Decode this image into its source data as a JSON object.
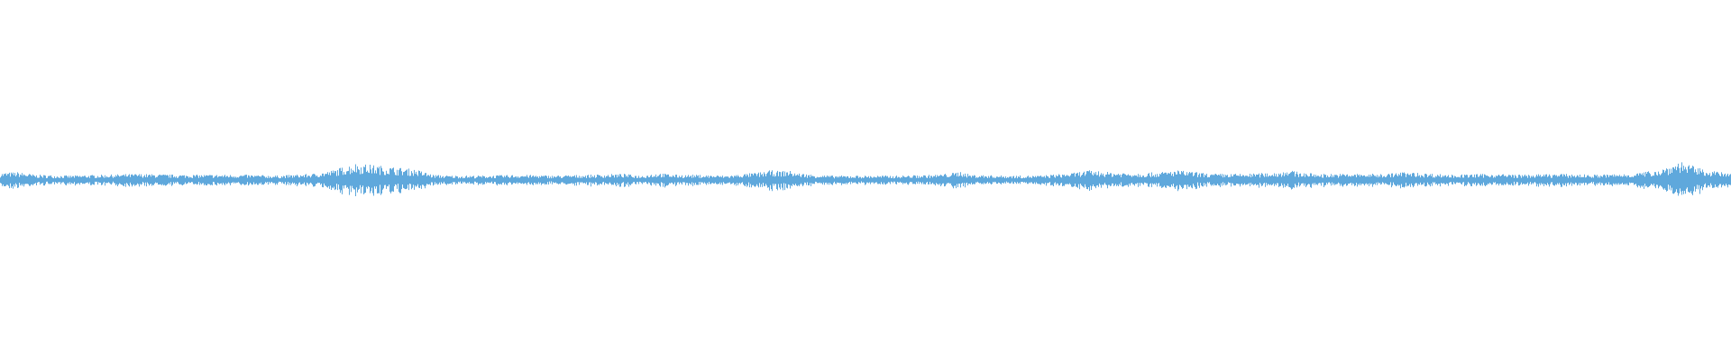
{
  "colors": {
    "background": "#ffffff",
    "waveform": "#5fa8dc"
  },
  "chart_data": {
    "type": "area",
    "title": "",
    "xlabel": "",
    "ylabel": "",
    "axes_visible": false,
    "grid": false,
    "legend": "none",
    "ylim": [
      -1,
      1
    ],
    "x": [
      0,
      0.01,
      0.02,
      0.04,
      0.06,
      0.08,
      0.1,
      0.12,
      0.14,
      0.16,
      0.18,
      0.19,
      0.2,
      0.205,
      0.21,
      0.215,
      0.22,
      0.23,
      0.24,
      0.25,
      0.26,
      0.28,
      0.3,
      0.32,
      0.34,
      0.36,
      0.37,
      0.38,
      0.39,
      0.4,
      0.42,
      0.44,
      0.445,
      0.45,
      0.455,
      0.46,
      0.47,
      0.48,
      0.5,
      0.52,
      0.54,
      0.55,
      0.555,
      0.56,
      0.58,
      0.6,
      0.62,
      0.625,
      0.63,
      0.635,
      0.64,
      0.66,
      0.67,
      0.68,
      0.7,
      0.72,
      0.74,
      0.742,
      0.75,
      0.76,
      0.78,
      0.8,
      0.81,
      0.82,
      0.83,
      0.84,
      0.86,
      0.88,
      0.9,
      0.92,
      0.94,
      0.95,
      0.96,
      0.965,
      0.97,
      0.975,
      0.98,
      0.99,
      1
    ],
    "amplitude": [
      0.04,
      0.045,
      0.03,
      0.025,
      0.03,
      0.035,
      0.03,
      0.03,
      0.03,
      0.025,
      0.035,
      0.05,
      0.08,
      0.095,
      0.09,
      0.085,
      0.08,
      0.07,
      0.06,
      0.03,
      0.025,
      0.025,
      0.03,
      0.025,
      0.03,
      0.035,
      0.025,
      0.04,
      0.03,
      0.03,
      0.025,
      0.045,
      0.055,
      0.05,
      0.055,
      0.04,
      0.03,
      0.025,
      0.025,
      0.025,
      0.03,
      0.04,
      0.05,
      0.03,
      0.025,
      0.025,
      0.04,
      0.05,
      0.055,
      0.05,
      0.045,
      0.04,
      0.045,
      0.055,
      0.035,
      0.035,
      0.045,
      0.06,
      0.045,
      0.035,
      0.035,
      0.035,
      0.045,
      0.04,
      0.035,
      0.03,
      0.035,
      0.03,
      0.035,
      0.03,
      0.035,
      0.045,
      0.065,
      0.085,
      0.11,
      0.09,
      0.07,
      0.05,
      0.035
    ]
  }
}
